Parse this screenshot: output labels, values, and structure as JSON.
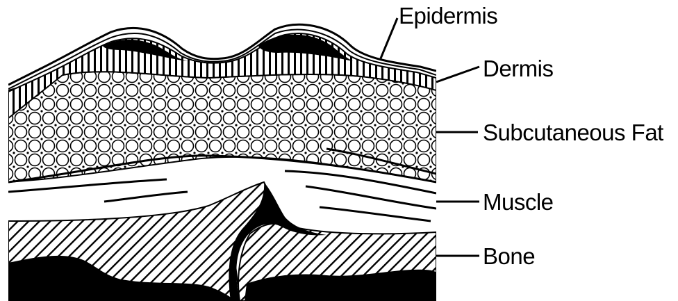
{
  "diagram": {
    "labels": {
      "epidermis": "Epidermis",
      "dermis": "Dermis",
      "subcutaneous_fat": "Subcutaneous Fat",
      "muscle": "Muscle",
      "bone": "Bone"
    }
  },
  "colors": {
    "ink": "#000000",
    "paper": "#ffffff"
  }
}
